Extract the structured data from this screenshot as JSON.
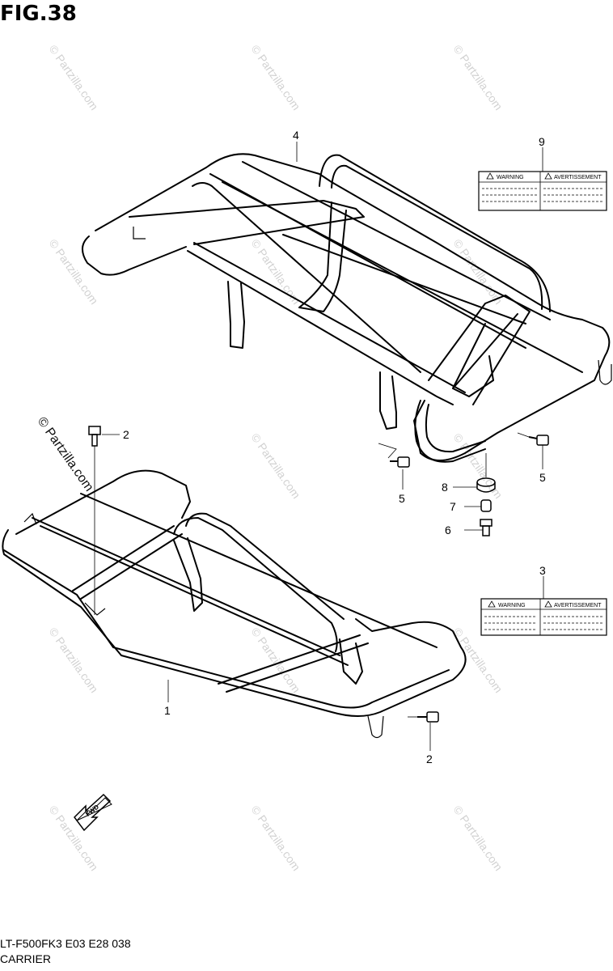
{
  "figure": {
    "title": "FIG.38"
  },
  "footer": {
    "model_code": "LT-F500FK3 E03 E28  038",
    "section_name": "CARRIER"
  },
  "watermark": {
    "text": "© Partzilla.com"
  },
  "callouts": {
    "c1": "1",
    "c2a": "2",
    "c2b": "2",
    "c3": "3",
    "c4": "4",
    "c5a": "5",
    "c5b": "5",
    "c6": "6",
    "c7": "7",
    "c8": "8",
    "c9": "9"
  },
  "labels": {
    "warning_text": "WARNING",
    "avertissement_text": "AVERTISSEMENT"
  },
  "fwd_mark": "FWD"
}
